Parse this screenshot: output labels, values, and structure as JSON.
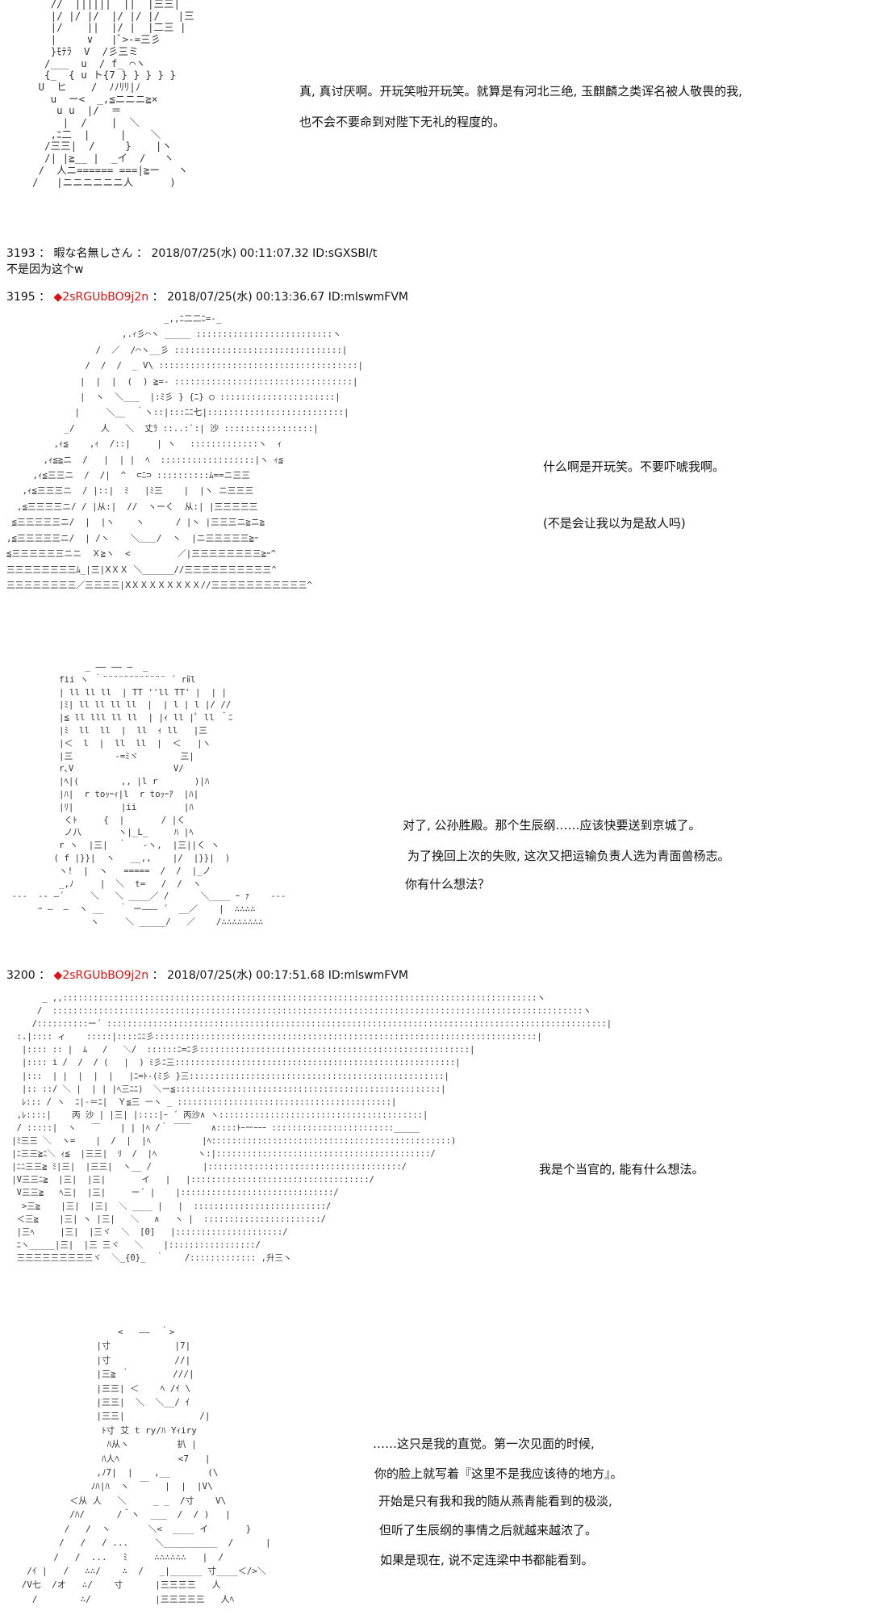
{
  "block1": {
    "art": "   //  ||||||  ||  |三三|\n   |/ |/ |/  |/ |/ |/   |三\n   |/    ||  |/ |  |二三 |\n   |     ∨   |ﾞ>-=三彡\n   }ﾓﾃﾗ  V  /彡三ミ\n  /___  u  / f_ ⌒ヽ\n  {_  { u ト{7 } } } } }\n U  ヒ    /  ﾉﾉﾘﾘ|ﾉ\n   u  ー<  _,≦ニニニ≧×\n    u u  |/  ＝\n     |  /    |  ＼\n   ,ﾆ二  |     |    ＼\n  /三三|  /     }    |ヽ\n  /| |≧__ |  _イ  /   ヽ\n /  人ニ====== ===|≧ー   ヽ\n/   |ニニニニニニ人      )",
    "text_lines": [
      "真, 真讨厌啊。开玩笑啦开玩笑。就算是有河北三绝, 玉麒麟之类诨名被人敬畏的我,",
      "也不会不要命到对陛下无礼的程度的。"
    ]
  },
  "post_3193": {
    "number": "3193",
    "sep": "：",
    "name": "暇な名無しさん",
    "datetime": "2018/07/25(水) 00:11:07.32",
    "id": "ID:sGXSBI/t",
    "body": "不是因为这个w"
  },
  "post_3195": {
    "number": "3195",
    "sep": "：",
    "trip": "◆2sRGUbBO9j2n",
    "datetime": "2018/07/25(水) 00:13:36.67",
    "id": "ID:mlswmFVM",
    "art": "                              _,,ﾆ二二ﾆ=-_\n                      ,.ｨ彡⌒ヽ _____ ::::::::::::::::::::::::::ヽ\n                 /  ／  /⌒ヽ__彡 ::::::::::::::::::::::::::::::::|\n               /  /  /  _ V\\ ::::::::::::::::::::::::::::::::::::::|\n              |  |  |  (  ) ≧=- ::::::::::::::::::::::::::::::::::|\n              |  ヽ  ＼___  |:ﾐ彡 } {ﾆ} ○ ::::::::::::::::::::::|\n             |     ＼__  ｀ヽ::|:::ﾆﾆ七|::::::::::::::::::::::::::|\n           _/     人   ＼  丈ﾗ ::..:`:| 沙 :::::::::::::::::|\n         ,ｨ≦    ,ｨ  /::|     | ヽ　 :::::::::::::ヽ  ｨ\n       ,ｨ≦≧ニ  /   |  | |  ﾍ  ::::::::::::::::::|ヽ ｨ≦\n     ,ｨ≦三三ニ  /  /|  ^  ⊂ﾆ⊃ ::::::::::ﾑ==ニ三三\n   ,ｨ≦三三三ニ  / |::|  ﾐ   |ﾐ三    |  |ヽ ニ三三三\n  ,≦三三三三ニ/ / |从:|  //  ヽーく  从:| |三三三三三\n ≦三三三三三ニ/  |  |ヽ    ヽ      / |ヽ |三三三ニ≧ニ≧\n,≦三三三三三ニ/  | /ヽ    ＼＿＿/  ヽ  |ニ三三三三三≧ｰ\n≦三三三三三三ニニ  Ｘ≧ヽ  <         ／|三三三三三三三三≧ｰ^\n三三三三三三三三ﾑ_|三|ⅩＸＸ ＼______//三三三三三三三三三三^\n三三三三三三三三／三三三三|ⅩＸＸＸＸＸＸＸＸ//三三三三三三三三三三三^",
    "text_lines": [
      "什么啊是开玩笑。不要吓唬我啊。",
      "(不是会让我以为是敌人吗)"
    ]
  },
  "block3": {
    "art": "               _ ―― ―― ―  _\n          fii ヽ ｀¨¨¨¨¨¨¨¨¨¨¨¨ ´ rⅱl\n          | ll ll ll  | TT ''ll TT' |  | |\n          |ﾐ| ll ll ll ll  |  | l | l |/ //\n          |≦ ll lll ll ll  | |ｨ ll |ﾟ ll ＾ﾆ\n          |ﾐ  ll  ll  |  ll  ｨ ll   |三\n          |＜  l  |  ll  ll  |  ＜   |ヽ\n          |三        ‐=ﾐヾ        三|\n          r､V                   V/\n          |ﾍ|(        ,, |l r       )|ﾊ\n          |ﾊ|  r toｯｰｨ|l  r toｯｰｱ  |ﾊ|\n          |ﾘ|         |ii         |ﾊ\n           くﾄ     {  |       / |く\n           ノ八       ヽ|_L_     ﾊ |ﾍ\n          r ヽ  |三|  ｀   ‐ヽ,  |三||く ヽ\n         ( f |}}|  ヽ   __,,    |/  |}}|  )\n          ヽ!  |  ヽ   =====  /  /  |_ノ\n          _,ﾉ     |  ＼  t=   /  /  ヽ\n ---  -- ―´     ＼   ＼ ____／ /      ＼____ ｰ ｧ    ---\n      ｰ ―  ―  ヽ __   ｀ ー――― ´  __／    |  ∴∴∴∴\n                ヽ     ＼ _____/   ／    /∴∴∴∴∴∴∴∴",
    "text_lines": [
      "对了, 公孙胜殿。那个生辰纲……应该快要送到京城了。",
      "为了挽回上次的失败, 这次又把运输负责人选为青面兽杨志。",
      "你有什么想法？"
    ]
  },
  "post_3200": {
    "number": "3200",
    "sep": "：",
    "trip": "◆2sRGUbBO9j2n",
    "datetime": "2018/07/25(水) 00:17:51.68",
    "id": "ID:mlswmFVM",
    "art": "       _ ,,:::::::::::::::::::::::::::::::::::::::::::::::::::::::::::::::::::::::::::::::::::::::::::::ヽ\n      /  ::::::::::::::::::::::::::::::::::::::::::::::::::::::::::::::::::::::::::::::::::::::::::::::::::::::::ヽ\n     /::::::::::ー´ ::::::::::::::::::::::::::::::::::::::::::::::::::::::::::::::::::::::::::::::::::::::::::::::::::|\n  :.|:::: ィ    :::::|::::ﾆﾆ彡:::::::::::::::::::::::::::::::::::::::::::::::::::::::::::::::::::::::::::|\n   |:::: :: |  ﾑ   /   ＼/  ::::::ﾆ=ﾆ彡:::::::::::::::::::::::::::::::::::::::::::::::::::::|\n   |:::: i /  /  / (   |  ) ﾐ彡ﾆ三:::::::::::::::::::::::::::::::::::::::::::::::::::::::|\n   |:::  | |  |  |  |   |ﾆ=ﾄ-(ﾐ彡 }三::::::::::::::::::::::::::::::::::::::::::::::::::|\n   |:: ::/ ＼ |  | | |ﾍ三ﾆﾆ)  ＼ー≦::::::::::::::::::::::::::::::::::::::::::::::::::::|\n   ﾚ::: / ヽ  ﾆ|-＝ﾆ|  Ｙ≦三 ーヽ _ ::::::::::::::::::::::::::::::::::::::::::|\n  ,ﾚ::::|    丙 沙 | |三| |::::|ｰ ´ 丙沙∧ ヽ::::::::::::::::::::::::::::::::::::::::|\n  / :::::|  ヽ   ￣    | | |ﾍ /｀ ￣￣    ∧::::ﾄｰーｰｰｰ ::::::::::::::::::::::::_____\n |ﾐ三三 ＼  ヽ=    |  /  |  |ﾍ          |ﾍ:::::::::::::::::::::::::::::::::::::::::::::::)\n |ﾆ三三≧ﾆ＼ ｨ≦  |三三|  ﾘ  /  |ﾍ        ヽ:|::::::::::::::::::::::::::::::::::::::::::/\n |ﾆﾆ三三≧ ﾐ|三|  |三三|  ヽ__ /          |::::::::::::::::::::::::::::::::::::::/\n |V三三ﾆ≧  |三|  |三|       イ   |   |:::::::::::::::::::::::::::::::::::/\n  V三三≧   ﾍ三|  |三|     ー´ |    |::::::::::::::::::::::::::::::/\n   >三≧    |三|  |三|  ＼ ____ |   |  ::::::::::::::::::::::::::/\n  ＜三≧    |三| ヽ |三|   ＼   ∧   ヽ |  :::::::::::::::::::::::/\n  |三ﾍ     |三|  |三ヾ  ＼  [0]   |:::::::::::::::::::::/\n  ﾆヽ_____|三|  |三 三ヾ   ＼    |:::::::::::::::::/\n  三三三三三三三三三ヾ  ＼_{0}_  ｀    /::::::::::::: ,升三ヽ",
    "text_lines": [
      "我是个当官的, 能有什么想法。"
    ]
  },
  "block5": {
    "art": "                   <   ――  ｀>\n               |寸            |7|\n               |寸            //|\n               |三≧ ｀        ///|\n               |三三| ＜    ﾍ /ｲ \\\n               |三三|  ＼  ＼__/ ｲ\n               |三三|              /|\n                ﾄ寸 艾 t ry/ﾊ Yｨiry\n                 ﾊ从ヽ         扒 |\n                ﾊ人ﾍ           <7   |\n               ,ﾉ7|  |    ,__       (\\\n              ﾉﾊ|ﾊ  ヽ  ￣   |  |  |V\\\n          ＜从 人   ＼     _ _  /寸    V\\\n          /ﾊ/      /＾ヽ  ___  /  / )   |\n         /   /  ヽ       ＼<  ____ イ       }\n        /   /   / ...     ＼__________  /      |\n       /   /  ...   ﾐ     ∴∴∴∴∴∴   |  /\n  /ｲ |   /   ∴∴/    ∴  /   _|______ 寸____＜/>＼\n /V七  /オ   ∴/    寸      |三三三三   人\n   /        ∴/            |三三三三三   人ﾍ",
    "text_lines": [
      "……这只是我的直觉。第一次见面的时候,",
      "你的脸上就写着『这里不是我应该待的地方』。",
      "开始是只有我和我的随从燕青能看到的极淡,",
      "但听了生辰纲的事情之后就越来越浓了。",
      "如果是现在, 说不定连梁中书都能看到。"
    ]
  }
}
